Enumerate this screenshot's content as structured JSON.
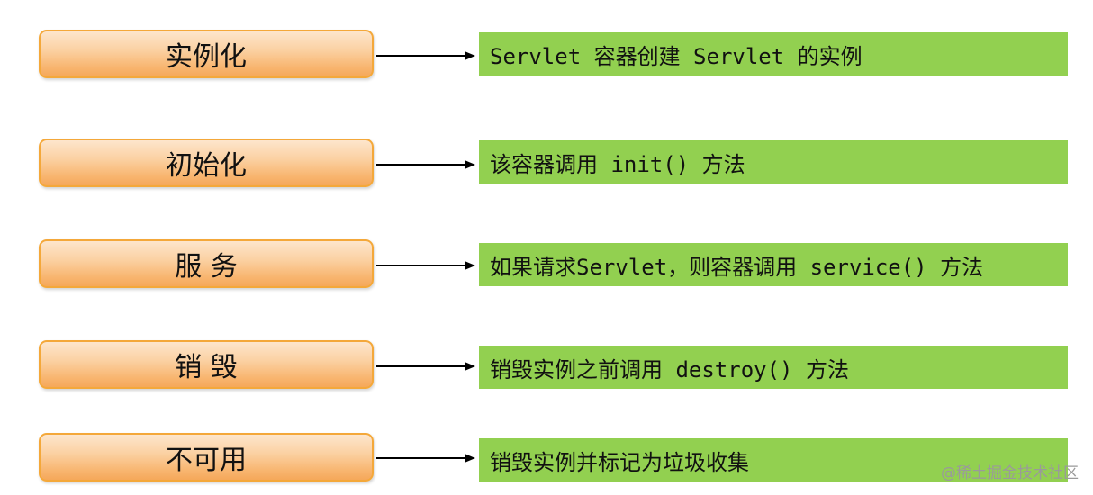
{
  "stages": [
    {
      "label": "实例化",
      "description": "Servlet 容器创建 Servlet 的实例"
    },
    {
      "label": "初始化",
      "description": "该容器调用 init() 方法"
    },
    {
      "label": "服 务",
      "description": "如果请求Servlet，则容器调用 service() 方法"
    },
    {
      "label": "销 毁",
      "description": "销毁实例之前调用 destroy() 方法"
    },
    {
      "label": "不可用",
      "description": "销毁实例并标记为垃圾收集"
    }
  ],
  "watermark": "@稀土掘金技术社区",
  "colors": {
    "stage_fill": "#f8b56f",
    "stage_border": "#f4a83a",
    "description_fill": "#92d050",
    "arrow": "#000000"
  }
}
